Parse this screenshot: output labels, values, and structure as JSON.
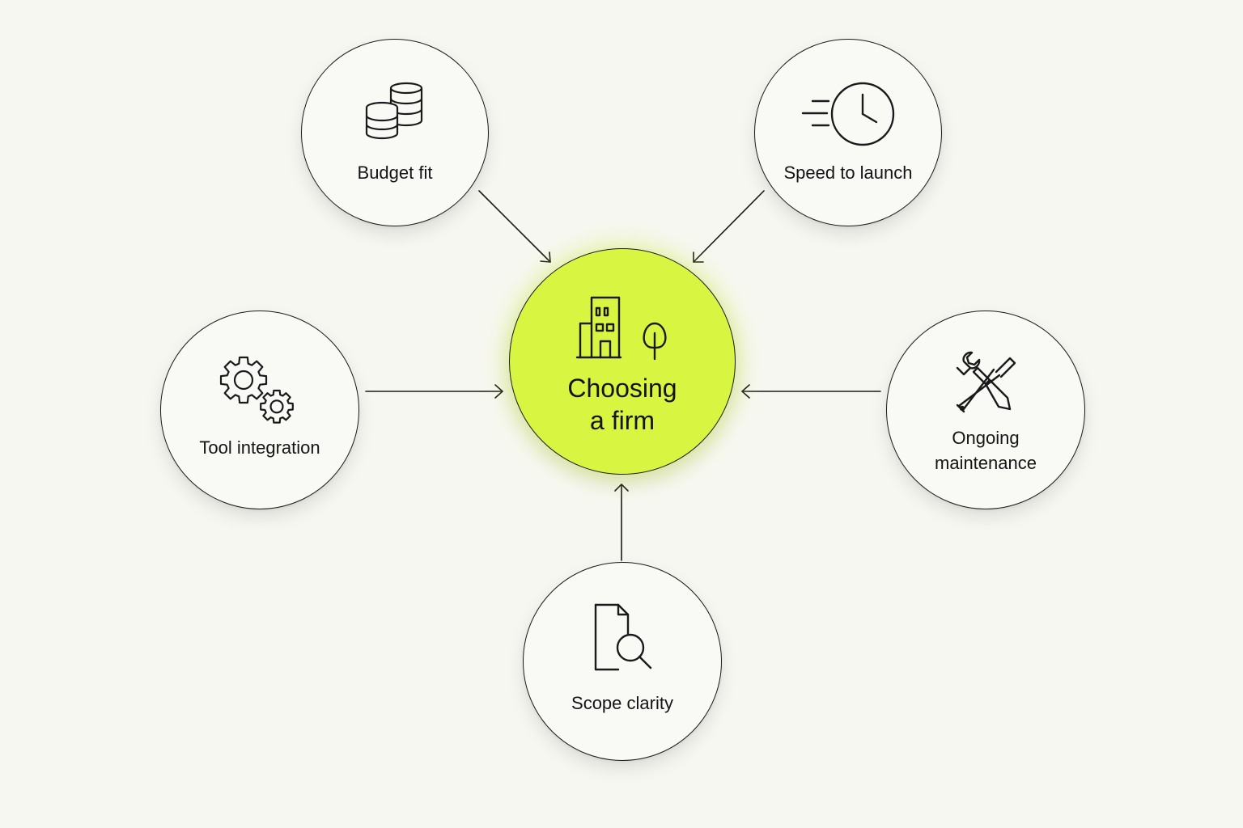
{
  "center": {
    "title_line1": "Choosing",
    "title_line2": "a firm",
    "icon": "building-tree-icon",
    "fill_color": "#d8f542"
  },
  "factors": {
    "budget": {
      "label": "Budget fit",
      "icon": "coin-stack-icon"
    },
    "speed": {
      "label": "Speed to launch",
      "icon": "fast-clock-icon"
    },
    "tools": {
      "label": "Tool integration",
      "icon": "gears-icon"
    },
    "maintenance": {
      "label_line1": "Ongoing",
      "label_line2": "maintenance",
      "icon": "wrench-screwdriver-icon"
    },
    "scope": {
      "label": "Scope clarity",
      "icon": "document-search-icon"
    }
  }
}
